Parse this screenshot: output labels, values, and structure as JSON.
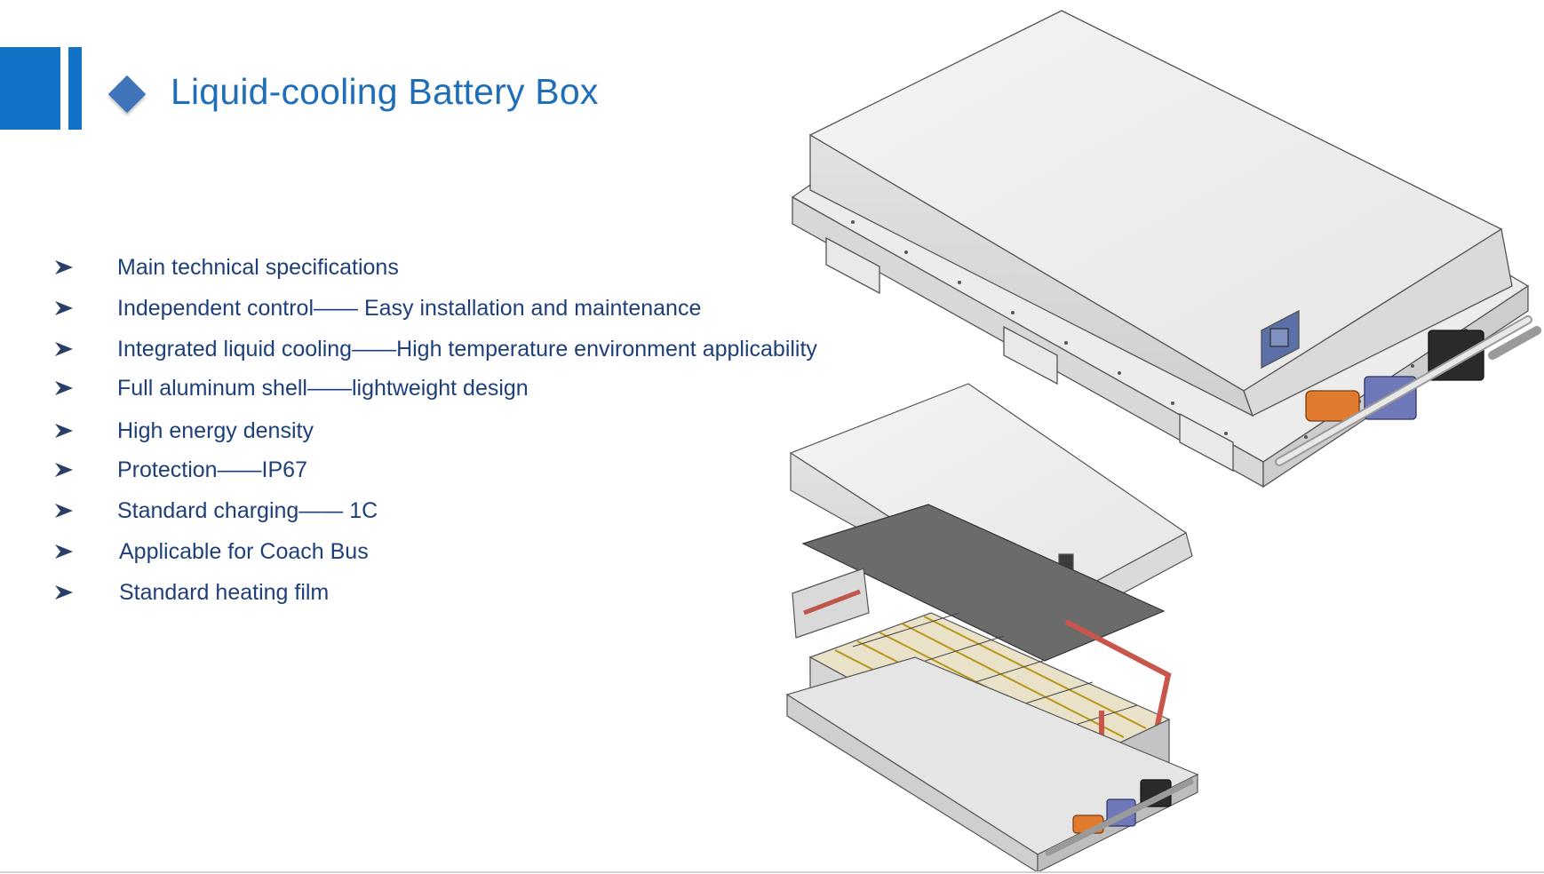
{
  "title": "Liquid-cooling Battery Box",
  "bullets": [
    "Main technical specifications",
    "Independent control—— Easy installation and maintenance",
    "Integrated liquid cooling——High temperature environment applicability",
    "Full aluminum shell——lightweight design",
    "High energy density",
    "Protection——IP67",
    "Standard charging—— 1C",
    "Applicable for Coach Bus",
    "Standard heating film"
  ],
  "colors": {
    "accent": "#1273c6",
    "title": "#1f6fb8",
    "text": "#1e3f7a",
    "diamond": "#3f74b9"
  },
  "icons": {
    "bullet": "arrowhead-bullet-icon",
    "title_marker": "diamond-icon"
  }
}
